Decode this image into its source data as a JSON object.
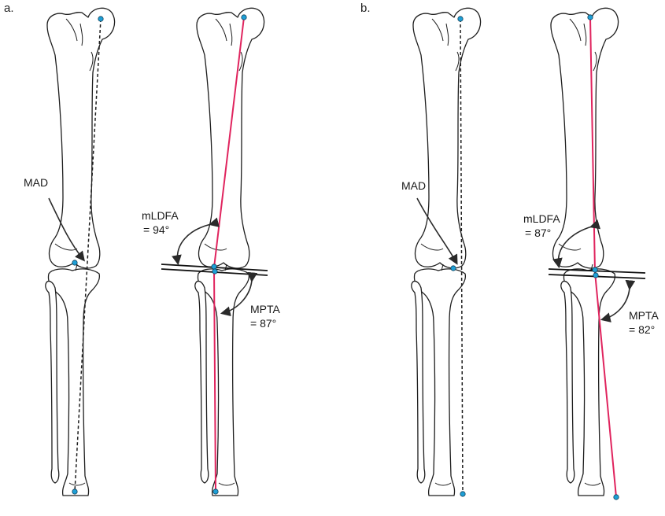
{
  "panels": [
    {
      "id": "a",
      "label": "a.",
      "mad_label": "MAD",
      "mldfa_label": "mLDFA",
      "mldfa_value": "= 94°",
      "mpta_label": "MPTA",
      "mpta_value": "= 87°"
    },
    {
      "id": "b",
      "label": "b.",
      "mad_label": "MAD",
      "mldfa_label": "mLDFA",
      "mldfa_value": "= 87°",
      "mpta_label": "MPTA",
      "mpta_value": "= 82°"
    }
  ],
  "colors": {
    "mechanical_axis_line": "#e0245e",
    "landmark_point": "#1e9fd6",
    "bone_outline": "#1e1e1e",
    "mad_line": "#1e1e1e"
  }
}
